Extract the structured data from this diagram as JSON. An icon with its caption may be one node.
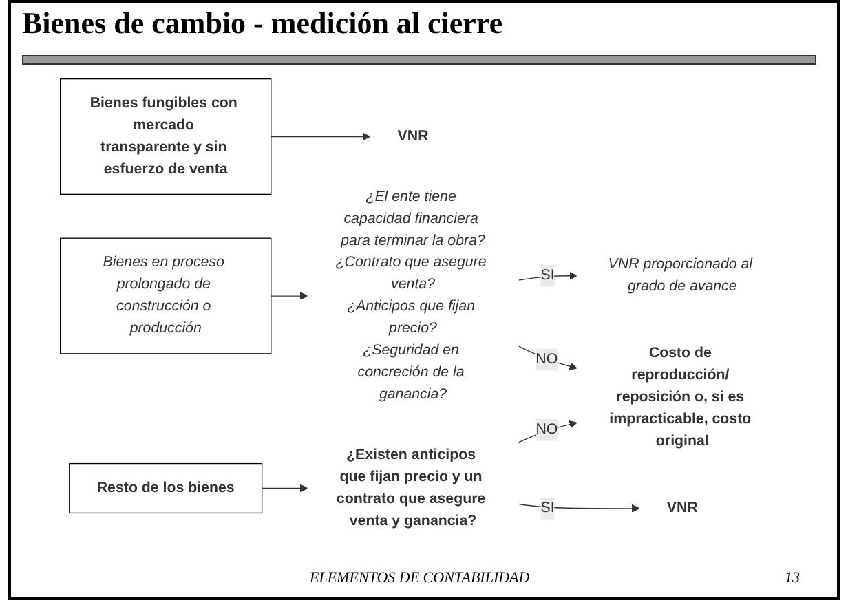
{
  "diagram": {
    "title": "Bienes de cambio -  medición al cierre",
    "nodes": [
      {
        "text": [
          "Bienes fungibles con mercado transparente y sin esfuerzo de venta"
        ]
      },
      {
        "text": [
          "VNR"
        ]
      },
      {
        "text": [
          "Bienes en proceso prolongado de construcción o producción"
        ]
      },
      {
        "text": [
          "¿El ente tiene capacidad financiera para terminar la obra?",
          "¿Contrato que asegure venta?",
          "¿Anticipos que fijan precio?",
          "¿Seguridad en concreción de la ganancia?"
        ]
      },
      {
        "text": [
          "VNR proporcionado al grado de avance"
        ]
      },
      {
        "text": [
          "Costo de reproducción/ reposición o, si es impracticable, costo original"
        ]
      },
      {
        "text": [
          "Resto de los bienes"
        ]
      },
      {
        "text": [
          "¿Existen anticipos que fijan precio y un contrato que asegure venta y ganancia?"
        ]
      },
      {
        "text": [
          "VNR"
        ]
      }
    ],
    "edges": [
      {
        "from": 0,
        "to": 1,
        "arrow": "to"
      },
      {
        "from": 2,
        "to": 3,
        "arrow": "to"
      },
      {
        "from": 3,
        "to": 4,
        "arrow": "to",
        "label": "SI"
      },
      {
        "from": 3,
        "to": 5,
        "arrow": "to",
        "label": "NO"
      },
      {
        "from": 6,
        "to": 7,
        "arrow": "to"
      },
      {
        "from": 7,
        "to": 5,
        "arrow": "to",
        "label": "NO"
      },
      {
        "from": 7,
        "to": 8,
        "arrow": "to",
        "label": "SI"
      }
    ],
    "labels": [
      "ELEMENTOS DE CONTABILIDAD",
      "13"
    ]
  }
}
